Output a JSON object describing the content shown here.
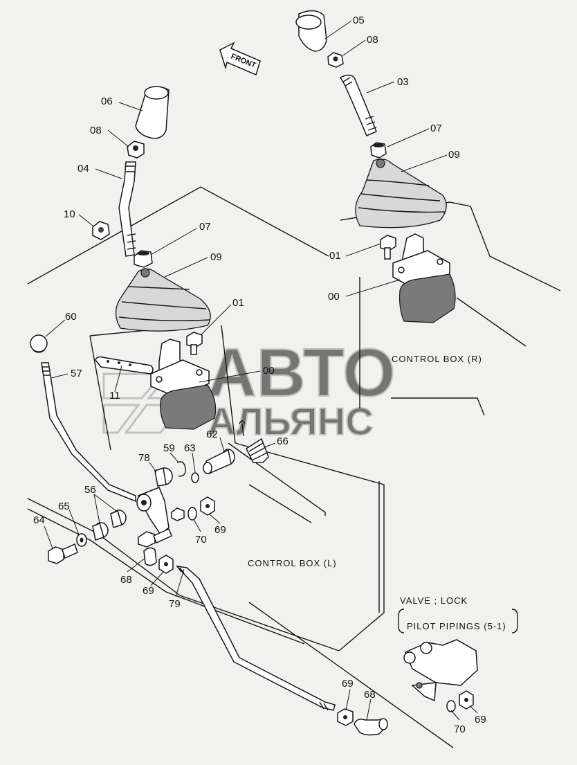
{
  "front_arrow": "FRONT",
  "watermark": {
    "line1": "АВТО",
    "line2": "АЛЬЯНС"
  },
  "boxes": {
    "right": "CONTROL BOX (R)",
    "left": "CONTROL BOX (L)"
  },
  "valve": {
    "title": "VALVE ; LOCK",
    "ref": "PILOT PIPINGS (5-1)"
  },
  "labels": {
    "p05": "05",
    "p08a": "08",
    "p03": "03",
    "p07a": "07",
    "p09a": "09",
    "p01a": "01",
    "p00a": "00",
    "p06": "06",
    "p08b": "08",
    "p04": "04",
    "p10": "10",
    "p07b": "07",
    "p09b": "09",
    "p01b": "01",
    "p00b": "00",
    "p60": "60",
    "p57": "57",
    "p11": "11",
    "p62": "62",
    "p66": "66",
    "p78": "78",
    "p59": "59",
    "p63": "63",
    "p56": "56",
    "p65": "65",
    "p64": "64",
    "p70a": "70",
    "p69a": "69",
    "p68a": "68",
    "p69b": "69",
    "p79": "79",
    "p69c": "69",
    "p68b": "68",
    "p70b": "70",
    "p69d": "69"
  }
}
